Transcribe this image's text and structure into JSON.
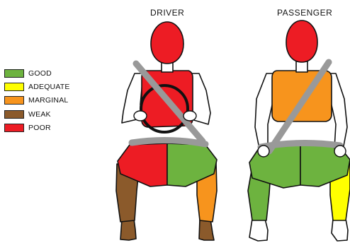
{
  "legend": [
    {
      "label": "GOOD",
      "color": "#6db33f"
    },
    {
      "label": "ADEQUATE",
      "color": "#ffff00"
    },
    {
      "label": "MARGINAL",
      "color": "#f7941d"
    },
    {
      "label": "WEAK",
      "color": "#8b5a2b"
    },
    {
      "label": "POOR",
      "color": "#ed1c24"
    }
  ],
  "figures": {
    "driver": {
      "title": "DRIVER",
      "ratings": {
        "head": "POOR",
        "chest": "POOR",
        "left_thigh": "POOR",
        "right_thigh": "GOOD",
        "left_lower_leg": "WEAK",
        "right_lower_leg": "MARGINAL",
        "left_foot": "WEAK",
        "right_foot": "WEAK"
      }
    },
    "passenger": {
      "title": "PASSENGER",
      "ratings": {
        "head": "POOR",
        "chest": "MARGINAL",
        "left_thigh": "GOOD",
        "right_thigh": "GOOD",
        "left_lower_leg": "GOOD",
        "right_lower_leg": "ADEQUATE",
        "left_foot": "NONE",
        "right_foot": "NONE"
      }
    }
  }
}
